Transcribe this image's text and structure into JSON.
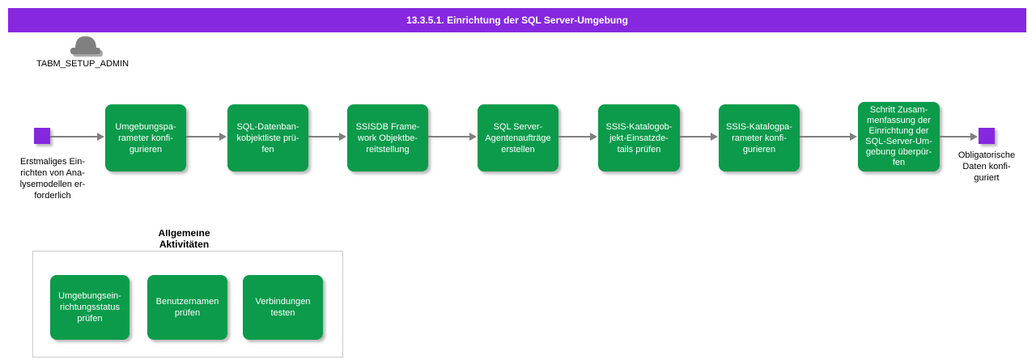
{
  "title": "13.3.5.1. Einrichtung der SQL Server-Umgebung",
  "actor": {
    "name": "TABM_SETUP_ADMIN",
    "icon": "bowler-hat-icon"
  },
  "flow": {
    "start_label": "Erstmaliges Ein-\nrichten von Ana-\nlysemodellen er-\nforderlich",
    "end_label": "Obligatorische\nDaten konfi-\nguriert",
    "steps": [
      {
        "label": "Umgebungspa-\nrameter konfi-\ngurieren"
      },
      {
        "label": "SQL-Datenban-\nkobjektliste prü-\nfen"
      },
      {
        "label": "SSISDB Frame-\nwork Objektbe-\nreitstellung"
      },
      {
        "label": "SQL Server-\nAgentenaufträge\nerstellen"
      },
      {
        "label": "SSIS-Katalogob-\njekt-Einsatzde-\ntails prüfen"
      },
      {
        "label": "SSIS-Katalogpa-\nrameter konfi-\ngurieren"
      },
      {
        "label": "Schritt Zusam-\nmenfassung der\nEinrichtung der\nSQL-Server-Um-\ngebung überpür-\nfen"
      }
    ]
  },
  "group": {
    "title": "Allgemeine\nAktivitäten",
    "steps": [
      {
        "label": "Umgebungsein-\nrichtungsstatus\nprüfen"
      },
      {
        "label": "Benutzernamen\nprüfen"
      },
      {
        "label": "Verbindungen\ntesten"
      }
    ]
  },
  "colors": {
    "accent_purple": "#8628df",
    "node_green": "#0b9b4b",
    "arrow_gray": "#808080",
    "group_border": "#c9c9c9"
  }
}
